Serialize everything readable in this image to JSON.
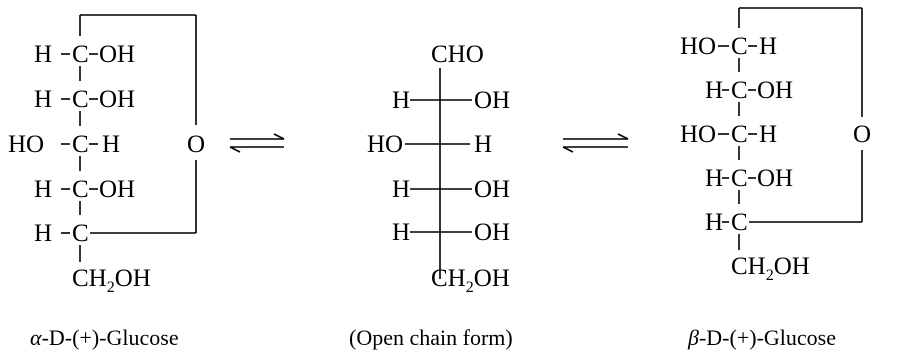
{
  "alpha": {
    "rows": [
      {
        "left": "H",
        "right": "OH"
      },
      {
        "left": "H",
        "right": "OH"
      },
      {
        "left": "HO",
        "right": "H"
      },
      {
        "left": "H",
        "right": "OH"
      },
      {
        "left": "H"
      }
    ],
    "carbon": "C",
    "ring_oxygen": "O",
    "ch2oh": {
      "main": "CH",
      "sub": "2",
      "tail": "OH"
    },
    "caption": {
      "greek": "α",
      "text": "-D-(+)-Glucose"
    }
  },
  "open": {
    "top": "CHO",
    "rows": [
      {
        "left": "H",
        "right": "OH"
      },
      {
        "left": "HO",
        "right": "H"
      },
      {
        "left": "H",
        "right": "OH"
      },
      {
        "left": "H",
        "right": "OH"
      }
    ],
    "ch2oh": {
      "main": "CH",
      "sub": "2",
      "tail": "OH"
    },
    "caption": "(Open chain form)"
  },
  "beta": {
    "rows": [
      {
        "left": "HO",
        "right": "H"
      },
      {
        "left": "H",
        "right": "OH"
      },
      {
        "left": "HO",
        "right": "H"
      },
      {
        "left": "H",
        "right": "OH"
      },
      {
        "left": "H"
      }
    ],
    "carbon": "C",
    "ring_oxygen": "O",
    "ch2oh": {
      "main": "CH",
      "sub": "2",
      "tail": "OH"
    },
    "caption": {
      "greek": "β",
      "text": "-D-(+)-Glucose"
    }
  },
  "colors": {
    "ink": "#000000",
    "background": "#ffffff"
  }
}
